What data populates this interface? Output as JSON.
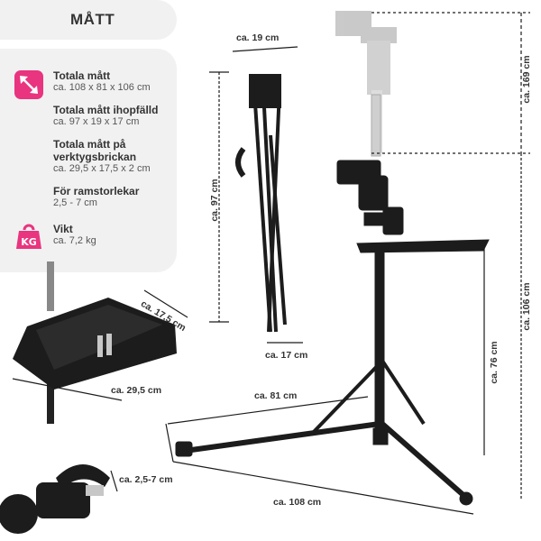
{
  "title": "MÅTT",
  "specs": [
    {
      "label": "Totala mått",
      "value": "ca. 108 x 81 x 106 cm",
      "icon": "resize-arrow-icon"
    },
    {
      "label": "Totala mått ihopfälld",
      "value": "ca. 97 x 19 x 17  cm"
    },
    {
      "label": "Totala mått på verktygsbrickan",
      "value": "ca. 29,5 x 17,5 x 2 cm"
    },
    {
      "label": "För ramstorlekar",
      "value": "2,5 - 7 cm"
    },
    {
      "label": "Vikt",
      "value": "ca. 7,2 kg",
      "icon": "weight-kg-icon"
    }
  ],
  "weight_badge_text": "KG",
  "dimensions": {
    "folded_width": "ca. 19 cm",
    "folded_height": "ca. 97 cm",
    "folded_depth": "ca. 17 cm",
    "max_height": "ca. 169 cm",
    "stand_height": "ca. 106 cm",
    "tray_height": "ca. 76 cm",
    "leg_span": "ca. 81 cm",
    "total_length": "ca. 108 cm",
    "tray_depth": "ca. 17,5 cm",
    "tray_width": "ca. 29,5 cm",
    "clamp_range": "ca. 2,5-7 cm"
  },
  "colors": {
    "accent": "#e9347f",
    "panel": "#f1f1f1",
    "product": "#1c1c1c"
  }
}
